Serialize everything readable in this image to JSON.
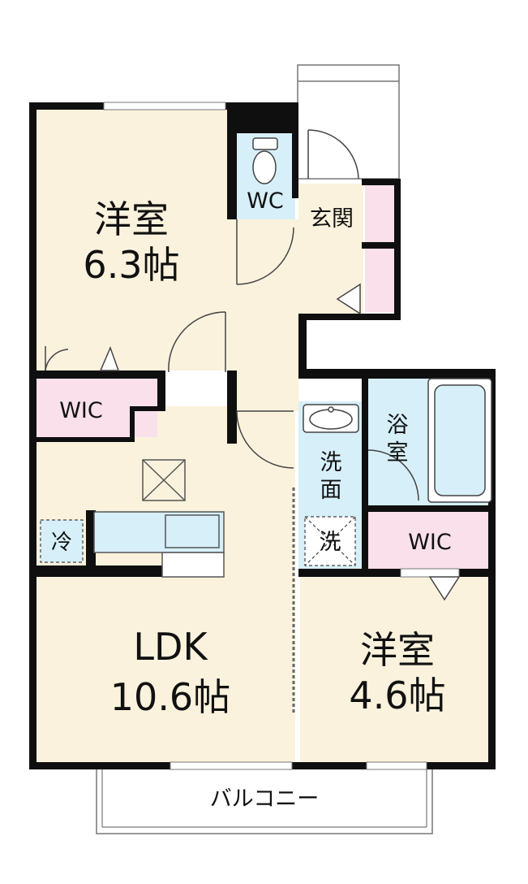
{
  "colors": {
    "wall": "#0f0f0f",
    "floor": "#faf2dc",
    "wet_area": "#d7eff9",
    "storage": "#f9e0ea",
    "outline": "#555555"
  },
  "rooms": {
    "western_6": {
      "name": "洋室",
      "size": "6.3帖"
    },
    "ldk": {
      "name": "LDK",
      "size": "10.6帖"
    },
    "western_4": {
      "name": "洋室",
      "size": "4.6帖"
    },
    "wc": {
      "name": "WC"
    },
    "genkan": {
      "name": "玄関"
    },
    "wic_left": {
      "name": "WIC"
    },
    "wic_right": {
      "name": "WIC"
    },
    "bath": {
      "name_top": "浴",
      "name_bottom": "室"
    },
    "washroom": {
      "name_top": "洗",
      "name_bottom": "面"
    },
    "washer": {
      "name": "洗"
    },
    "fridge": {
      "name": "冷"
    },
    "balcony": {
      "name": "バルコニー"
    }
  },
  "icons": [
    "toilet-icon",
    "bathtub-icon",
    "washbasin-icon",
    "kitchen-sink-icon",
    "skylight-icon",
    "door-swing-icon",
    "entrance-arrow-icon"
  ]
}
